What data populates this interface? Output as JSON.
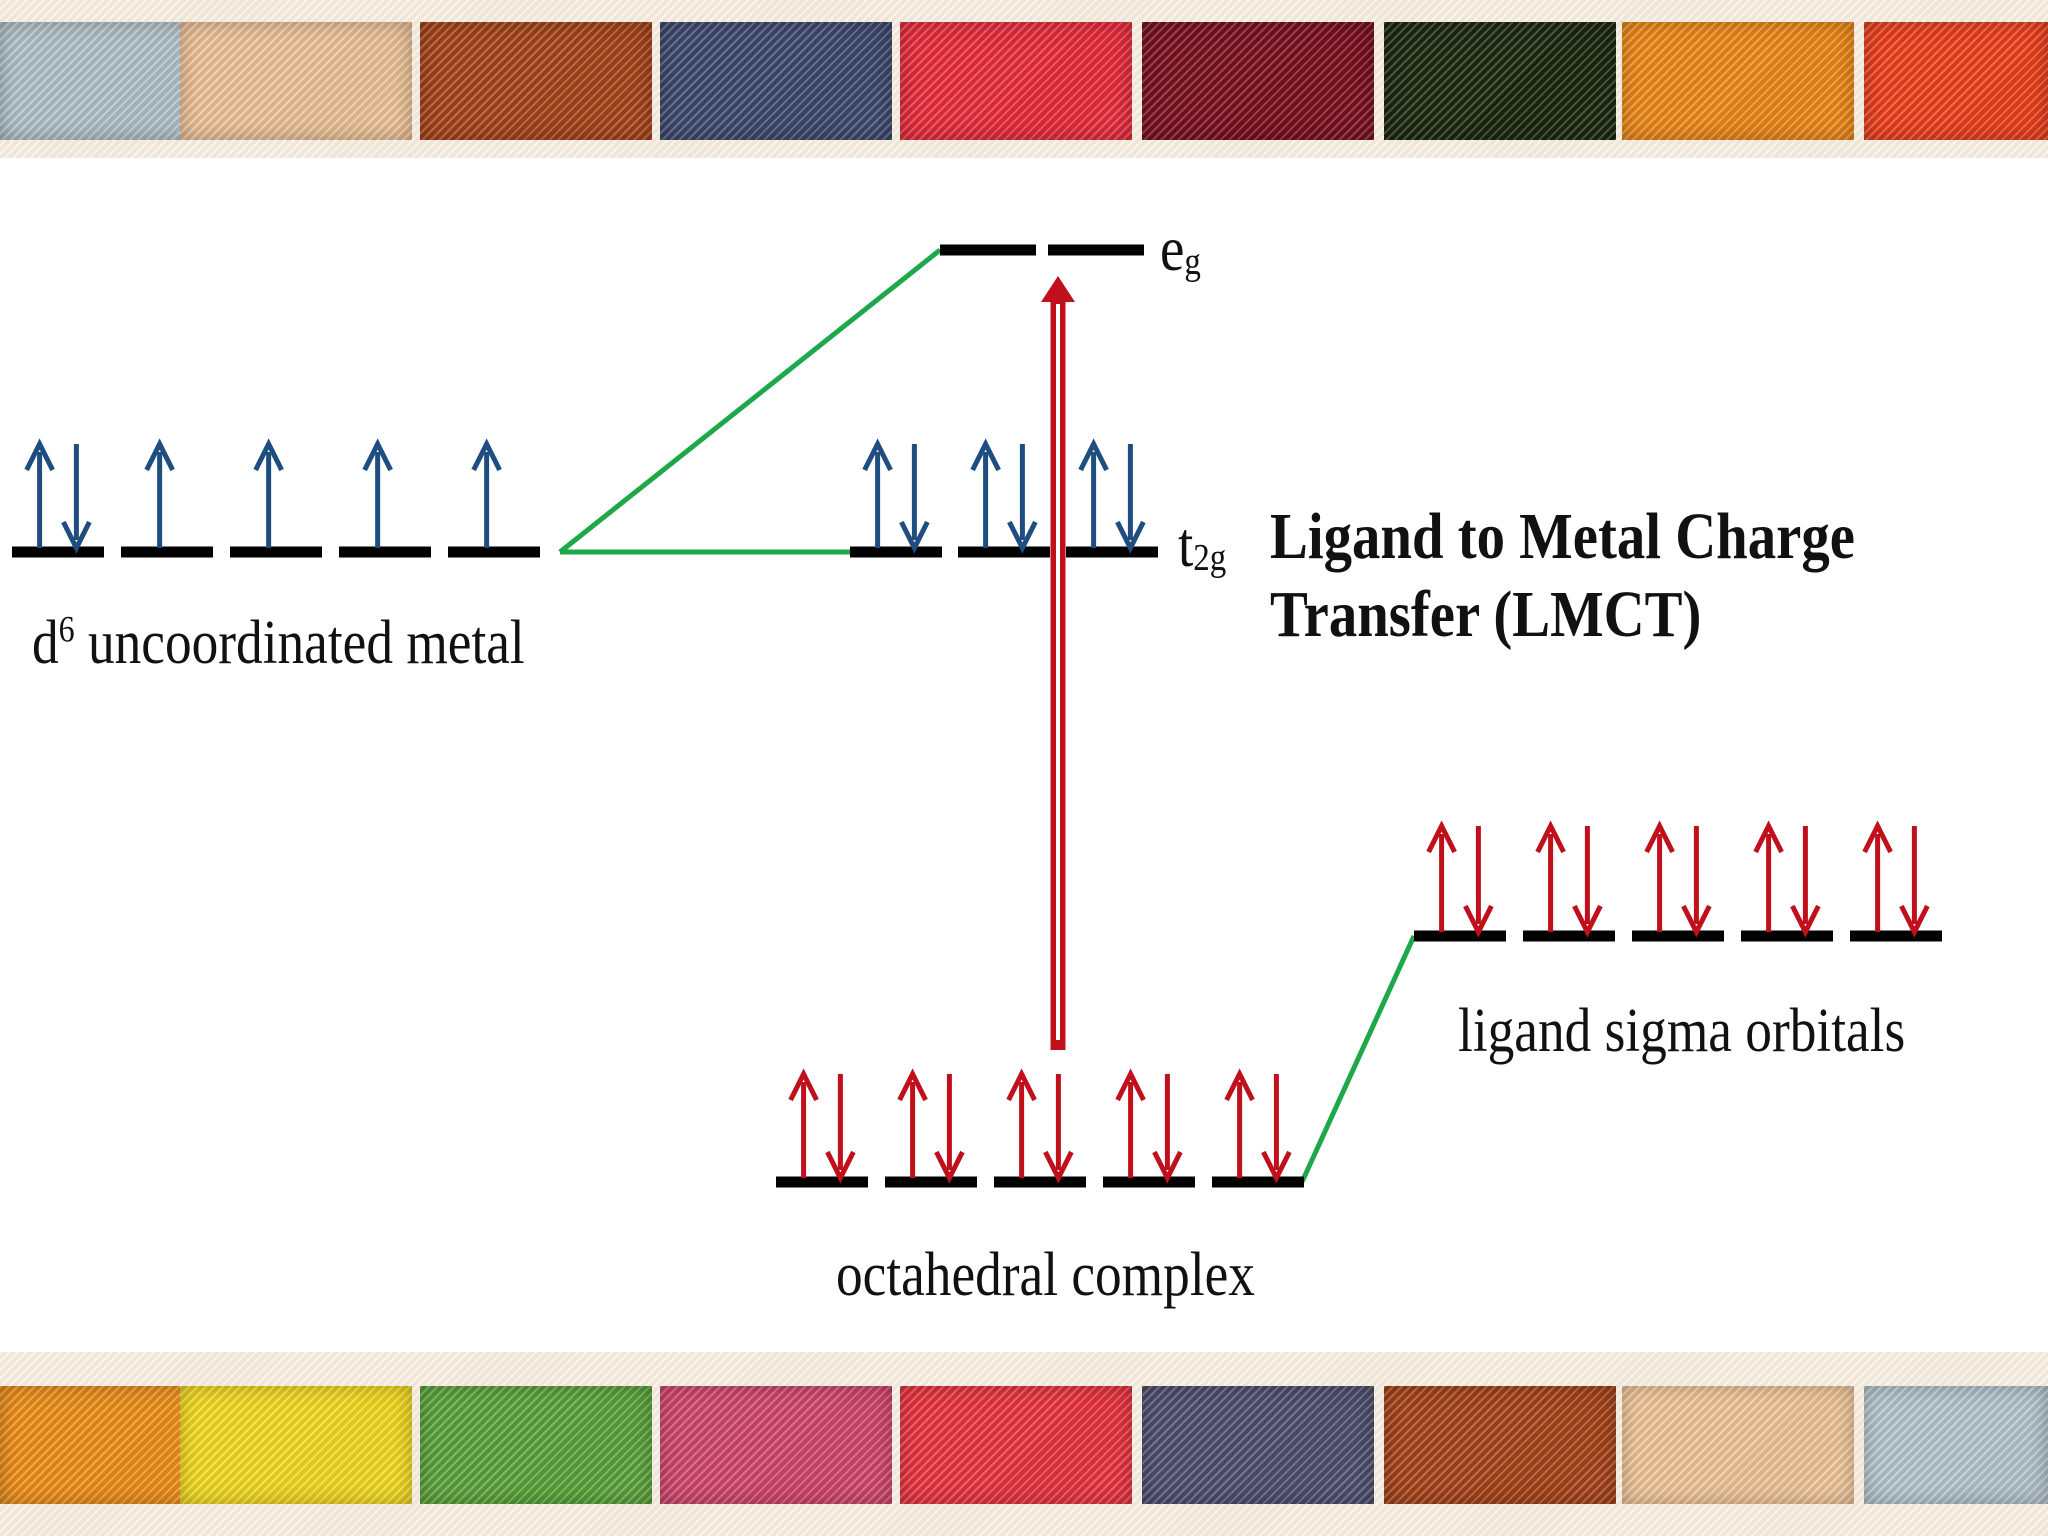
{
  "palette": {
    "top_band": [
      "#b4c4cc",
      "#f0c49a",
      "#a8441a",
      "#3f4a70",
      "#ec2c3c",
      "#7c1020",
      "#1c2810",
      "#f08a18",
      "#f0401c"
    ],
    "bottom_band": [
      "#f09018",
      "#f6dc20",
      "#5ca63c",
      "#d4476e",
      "#ec3440",
      "#505070",
      "#a8441a",
      "#f4c89c",
      "#b8c8d0"
    ],
    "metal_arrow": "#1f4d80",
    "ligand_arrow": "#c0101c",
    "correlation_line": "#1fa84a",
    "transition_arrow": "#c0101c",
    "level": "#000000"
  },
  "labels": {
    "metal": {
      "prefix": "d",
      "superscript": "6",
      "text": " uncoordinated metal"
    },
    "eg": {
      "main": "e",
      "sub": "g"
    },
    "t2g": {
      "main": "t",
      "sub": "2g"
    },
    "complex": "octahedral complex",
    "ligand": "ligand sigma orbitals",
    "title_line1": "Ligand to Metal Charge",
    "title_line2": "Transfer (LMCT)"
  },
  "diagram": {
    "metal_d_orbitals": [
      "paired",
      "up",
      "up",
      "up",
      "up"
    ],
    "complex_t2g": [
      "paired",
      "paired",
      "paired"
    ],
    "complex_eg": [
      "empty",
      "empty"
    ],
    "complex_bonding": [
      "paired",
      "paired",
      "paired",
      "paired",
      "paired"
    ],
    "ligand_sigma": [
      "paired",
      "paired",
      "paired",
      "paired",
      "paired"
    ],
    "transition": "ligand-based orbitals to eg"
  }
}
